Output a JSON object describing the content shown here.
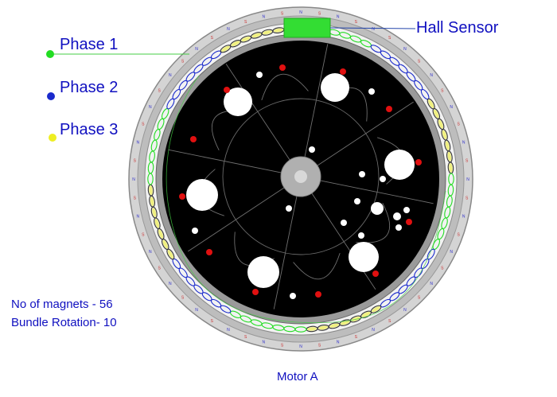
{
  "labels": {
    "phase1": "Phase 1",
    "phase2": "Phase 2",
    "phase3": "Phase 3",
    "hall_sensor": "Hall Sensor",
    "magnets": "No of magnets - 56",
    "bundle": "Bundle Rotation- 10",
    "motor": "Motor A"
  },
  "colors": {
    "text": "#1010c0",
    "phase1": "#22dd22",
    "phase2": "#1a2acc",
    "phase3": "#eeee22",
    "hall_sensor": "#33dd33",
    "rotor": "#000000",
    "ring": "#c8c8c8",
    "hub": "#b0b0b0"
  },
  "motor": {
    "magnet_count": 56,
    "bundle_rotation": 10,
    "magnet_marks": [
      "N",
      "S"
    ]
  }
}
